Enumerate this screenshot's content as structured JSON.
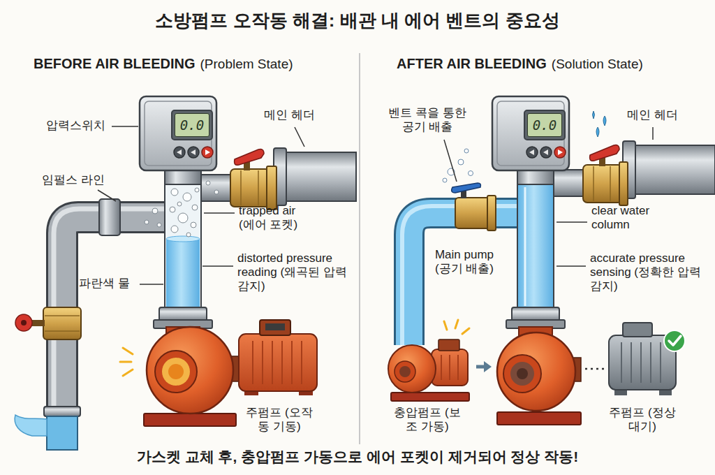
{
  "diagram": {
    "title": "소방펌프 오작동 해결: 배관 내 에어 벤트의 중요성",
    "caption": "가스켓 교체 후, 충압펌프 가동으로 에어 포켓이 제거되어 정상 작동!",
    "nodes": [
      {
        "text": [
          "0.0"
        ]
      },
      {
        "text": [
          "0.0"
        ]
      },
      {
        "text": [
          "주펌프 (오작동 기동)"
        ]
      },
      {
        "text": [
          "충압펌프 (보조 가동)"
        ]
      },
      {
        "text": [
          "주펌프 (정상 대기)"
        ]
      }
    ],
    "edges": [
      {
        "from": 3,
        "to": 4,
        "arrow": "to"
      }
    ],
    "labels": [
      "BEFORE AIR BLEEDING",
      "(Problem State)",
      "압력스위치",
      "메인 헤더",
      "임펄스 라인",
      "trapped air (에어 포켓)",
      "distorted pressure reading (왜곡된 압력 감지)",
      "파란색 물",
      "AFTER AIR BLEEDING",
      "(Solution State)",
      "벤트 콕을 통한 공기 배출",
      "메인 헤더",
      "clear water column",
      "Main pump (공기 배출)",
      "accurate pressure sensing (정확한 압력 감지)"
    ]
  }
}
